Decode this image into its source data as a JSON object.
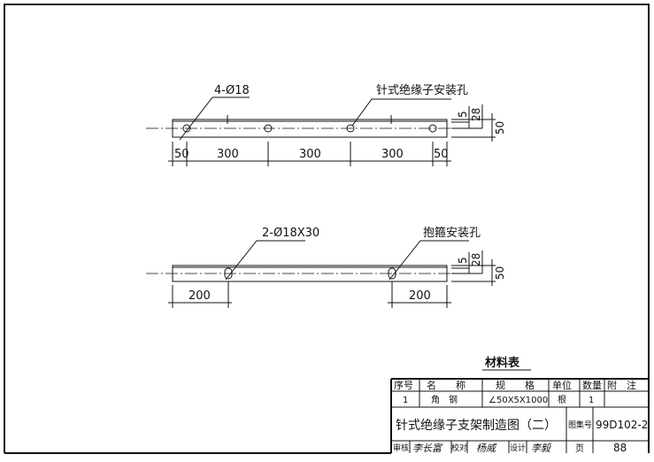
{
  "drawing1": {
    "hole_label": "4-Ø18",
    "callout": "针式绝缘子安装孔",
    "dims": [
      "50",
      "300",
      "300",
      "300",
      "50"
    ],
    "side_dims": [
      "5",
      "28",
      "50"
    ]
  },
  "drawing2": {
    "hole_label": "2-Ø18X30",
    "callout": "抱箍安装孔",
    "dims": [
      "200",
      "200"
    ],
    "side_dims": [
      "5",
      "28",
      "50"
    ]
  },
  "materials": {
    "title": "材料表",
    "headers": [
      "序号",
      "名　　称",
      "规　　格",
      "单位",
      "数量",
      "附　注"
    ],
    "rows": [
      [
        "1",
        "角　钢",
        "∠50X5X1000",
        "根",
        "1",
        ""
      ]
    ]
  },
  "title_block": {
    "drawing_title": "针式绝缘子支架制造图（二）",
    "atlas_label": "图集号",
    "atlas_no": "99D102-2",
    "review_label": "审核",
    "review_sign": "李长富",
    "check_label": "校对",
    "check_sign": "杨威",
    "design_label": "设计",
    "design_sign": "李毅",
    "page_label": "页",
    "page_no": "88"
  }
}
